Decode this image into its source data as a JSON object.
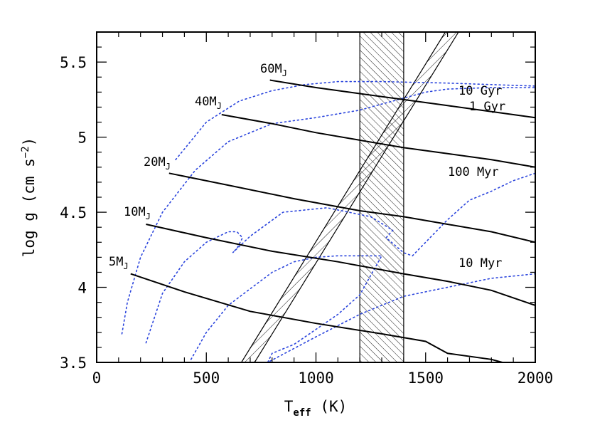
{
  "chart_data": {
    "type": "line",
    "title": "",
    "xlabel": "T",
    "xlabel_sub": "eff",
    "xlabel_unit": " (K)",
    "ylabel": "log g (cm s",
    "ylabel_sup": "−2",
    "ylabel_end": ")",
    "xlim": [
      0,
      2000
    ],
    "ylim": [
      3.5,
      5.7
    ],
    "xticks": [
      0,
      500,
      1000,
      1500,
      2000
    ],
    "xtick_labels": [
      "0",
      "500",
      "1000",
      "1500",
      "2000"
    ],
    "yticks": [
      3.5,
      4,
      4.5,
      5,
      5.5
    ],
    "ytick_labels": [
      "3.5",
      "4",
      "4.5",
      "5",
      "5.5"
    ],
    "grid": false,
    "mass_tracks": [
      {
        "label": "60M",
        "sub": "J",
        "color": "#000000",
        "style": "solid",
        "points": [
          [
            790,
            5.38
          ],
          [
            1000,
            5.33
          ],
          [
            1200,
            5.29
          ],
          [
            1400,
            5.25
          ],
          [
            1600,
            5.21
          ],
          [
            1800,
            5.17
          ],
          [
            2000,
            5.13
          ]
        ]
      },
      {
        "label": "40M",
        "sub": "J",
        "color": "#000000",
        "style": "solid",
        "points": [
          [
            570,
            5.15
          ],
          [
            800,
            5.09
          ],
          [
            1000,
            5.03
          ],
          [
            1200,
            4.98
          ],
          [
            1400,
            4.93
          ],
          [
            1600,
            4.89
          ],
          [
            1800,
            4.85
          ],
          [
            2000,
            4.8
          ]
        ]
      },
      {
        "label": "20M",
        "sub": "J",
        "color": "#000000",
        "style": "solid",
        "points": [
          [
            330,
            4.76
          ],
          [
            600,
            4.68
          ],
          [
            900,
            4.59
          ],
          [
            1200,
            4.51
          ],
          [
            1400,
            4.47
          ],
          [
            1600,
            4.42
          ],
          [
            1800,
            4.37
          ],
          [
            2000,
            4.3
          ]
        ]
      },
      {
        "label": "10M",
        "sub": "J",
        "color": "#000000",
        "style": "solid",
        "points": [
          [
            225,
            4.42
          ],
          [
            500,
            4.33
          ],
          [
            800,
            4.24
          ],
          [
            1100,
            4.17
          ],
          [
            1400,
            4.09
          ],
          [
            1600,
            4.04
          ],
          [
            1800,
            3.98
          ],
          [
            2000,
            3.88
          ]
        ]
      },
      {
        "label": "5M",
        "sub": "J",
        "color": "#000000",
        "style": "solid",
        "points": [
          [
            155,
            4.09
          ],
          [
            400,
            3.97
          ],
          [
            700,
            3.84
          ],
          [
            1000,
            3.76
          ],
          [
            1300,
            3.69
          ],
          [
            1500,
            3.64
          ],
          [
            1550,
            3.6
          ],
          [
            1600,
            3.56
          ],
          [
            1800,
            3.52
          ],
          [
            1850,
            3.5
          ]
        ]
      }
    ],
    "isochrones": [
      {
        "label": "10 Gyr",
        "color": "#2b45dd",
        "style": "dotted",
        "points": [
          [
            360,
            4.85
          ],
          [
            500,
            5.1
          ],
          [
            650,
            5.24
          ],
          [
            800,
            5.31
          ],
          [
            950,
            5.35
          ],
          [
            1100,
            5.37
          ],
          [
            1300,
            5.37
          ],
          [
            1600,
            5.36
          ],
          [
            1800,
            5.35
          ],
          [
            2000,
            5.34
          ]
        ]
      },
      {
        "label": "1 Gyr",
        "color": "#2b45dd",
        "style": "dotted",
        "points": [
          [
            115,
            3.69
          ],
          [
            140,
            3.9
          ],
          [
            200,
            4.2
          ],
          [
            300,
            4.5
          ],
          [
            450,
            4.78
          ],
          [
            600,
            4.97
          ],
          [
            800,
            5.09
          ],
          [
            1000,
            5.13
          ],
          [
            1200,
            5.18
          ],
          [
            1300,
            5.22
          ],
          [
            1400,
            5.26
          ],
          [
            1500,
            5.3
          ],
          [
            1600,
            5.32
          ],
          [
            1800,
            5.33
          ],
          [
            2000,
            5.33
          ]
        ]
      },
      {
        "label": "100 Myr",
        "color": "#2b45dd",
        "style": "dotted",
        "points": [
          [
            225,
            3.63
          ],
          [
            300,
            3.96
          ],
          [
            400,
            4.17
          ],
          [
            500,
            4.3
          ],
          [
            600,
            4.37
          ],
          [
            640,
            4.37
          ],
          [
            665,
            4.33
          ],
          [
            640,
            4.26
          ],
          [
            620,
            4.23
          ],
          [
            700,
            4.34
          ],
          [
            850,
            4.5
          ],
          [
            1050,
            4.53
          ],
          [
            1250,
            4.47
          ],
          [
            1350,
            4.38
          ],
          [
            1320,
            4.33
          ],
          [
            1400,
            4.23
          ],
          [
            1440,
            4.21
          ],
          [
            1600,
            4.45
          ],
          [
            1700,
            4.58
          ],
          [
            1800,
            4.64
          ],
          [
            1900,
            4.71
          ],
          [
            2000,
            4.76
          ]
        ]
      },
      {
        "label": "10 Myr",
        "color": "#2b45dd",
        "style": "dotted",
        "points": [
          [
            430,
            3.52
          ],
          [
            500,
            3.7
          ],
          [
            600,
            3.88
          ],
          [
            700,
            3.99
          ],
          [
            800,
            4.1
          ],
          [
            900,
            4.17
          ],
          [
            1000,
            4.2
          ],
          [
            1100,
            4.21
          ],
          [
            1200,
            4.21
          ],
          [
            1300,
            4.21
          ],
          [
            1200,
            3.95
          ],
          [
            1100,
            3.82
          ],
          [
            900,
            3.62
          ],
          [
            800,
            3.56
          ],
          [
            780,
            3.5
          ],
          [
            1000,
            3.67
          ],
          [
            1200,
            3.82
          ],
          [
            1400,
            3.94
          ],
          [
            1600,
            4.0
          ],
          [
            1800,
            4.06
          ],
          [
            2000,
            4.09
          ]
        ]
      }
    ],
    "shaded_band": {
      "type": "diagonal-band",
      "hatch": "right-leaning",
      "left_edge": [
        [
          660,
          3.5
        ],
        [
          1590,
          5.7
        ]
      ],
      "right_edge": [
        [
          720,
          3.5
        ],
        [
          1650,
          5.7
        ]
      ]
    },
    "shaded_region": {
      "type": "vertical-band",
      "hatch": "left-leaning",
      "x_range": [
        1200,
        1400
      ]
    }
  }
}
